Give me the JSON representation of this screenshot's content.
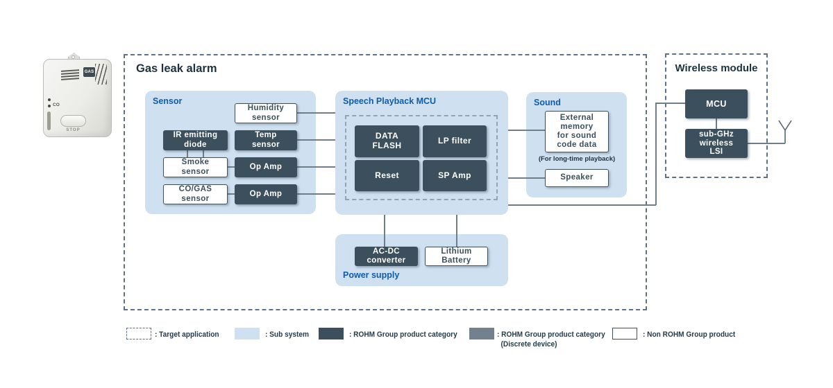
{
  "palette": {
    "sub_system_fill": "#cfe1f1",
    "rohm_dark": "#3b4f5c",
    "rohm_grey_discrete": "#72818d",
    "dashed_border": "#5d7089",
    "subsystem_label_blue": "#0d5cad",
    "title_navy": "#1d3240",
    "connector_grey": "#6f7d88"
  },
  "device": {
    "gas_badge": "GAS",
    "co_label": "CO",
    "stop_label": "STOP"
  },
  "gas_leak_alarm": {
    "title": "Gas leak alarm",
    "sensor": {
      "label": "Sensor",
      "humidity": "Humidity\nsensor",
      "ir_diode": "IR emitting\ndiode",
      "temp": "Temp\nsensor",
      "smoke": "Smoke\nsensor",
      "op_amp_1": "Op Amp",
      "co_gas": "CO/GAS\nsensor",
      "op_amp_2": "Op Amp"
    },
    "speech_mcu": {
      "label": "Speech Playback MCU",
      "data_flash": "DATA\nFLASH",
      "lp_filter": "LP filter",
      "reset": "Reset",
      "sp_amp": "SP Amp"
    },
    "sound": {
      "label": "Sound",
      "external_memory": "External\nmemory\nfor sound\ncode data",
      "external_memory_note": "(For long-time playback)",
      "speaker": "Speaker"
    },
    "power": {
      "label": "Power supply",
      "acdc": "AC-DC\nconverter",
      "battery": "Lithium\nBattery"
    }
  },
  "wireless_module": {
    "title": "Wireless module",
    "mcu": "MCU",
    "sub_ghz_lsi": "sub-GHz\nwireless\nLSI"
  },
  "legend": {
    "items": [
      {
        "label": ": Target application"
      },
      {
        "label": ": Sub system"
      },
      {
        "label": ": ROHM Group product category"
      },
      {
        "label": ": ROHM Group product category",
        "label2": "(Discrete device)"
      },
      {
        "label": ": Non ROHM Group product"
      }
    ]
  }
}
